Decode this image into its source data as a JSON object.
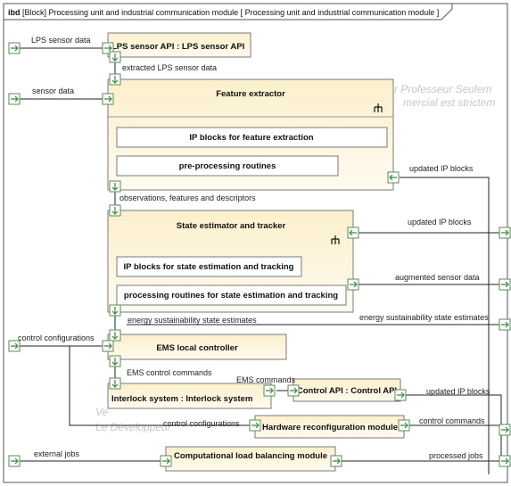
{
  "diagram": {
    "header": {
      "prefix": "ibd",
      "rest": "[Block] Processing unit and industrial communication module [ Processing unit and industrial communication module ]"
    },
    "blocks": {
      "lps_api": "LPS sensor API : LPS sensor API",
      "feature_extractor": "Feature extractor",
      "ip_feature": "IP blocks for feature extraction",
      "preproc": "pre-processing routines",
      "state_estimator": "State estimator and tracker",
      "ip_state": "IP blocks for state estimation and tracking",
      "proc_state": "processing routines for state estimation and tracking",
      "ems_ctrl": "EMS local controller",
      "interlock": "Interlock system : Interlock system",
      "control_api": "Control API : Control API",
      "hw_reconf": "Hardware reconfiguration module",
      "load_bal": "Computational load balancing module"
    },
    "labels": {
      "lps_sensor_data": "LPS sensor data",
      "extracted_lps": "extracted LPS sensor data",
      "sensor_data": "sensor data",
      "updated_ip_1": "updated IP blocks",
      "observations": "observations, features and descriptors",
      "updated_ip_2": "updated IP blocks",
      "augmented": "augmented sensor data",
      "energy_left": "energy sustainability state estimates",
      "energy_right": "energy sustainability state estimates",
      "control_conf_left": "control configurations",
      "ems_cmds": "EMS control commands",
      "ems_commands": "EMS commands",
      "updated_ip_3": "updated IP blocks",
      "control_conf_mid": "control configurations",
      "control_commands": "control commands",
      "external_jobs": "external jobs",
      "processed_jobs": "processed jobs"
    },
    "watermarks": {
      "wm1": "r Professeur Seulem",
      "wm2": "mercial est strictem",
      "wm3": "Ve",
      "wm4": "Le Développeur"
    }
  }
}
